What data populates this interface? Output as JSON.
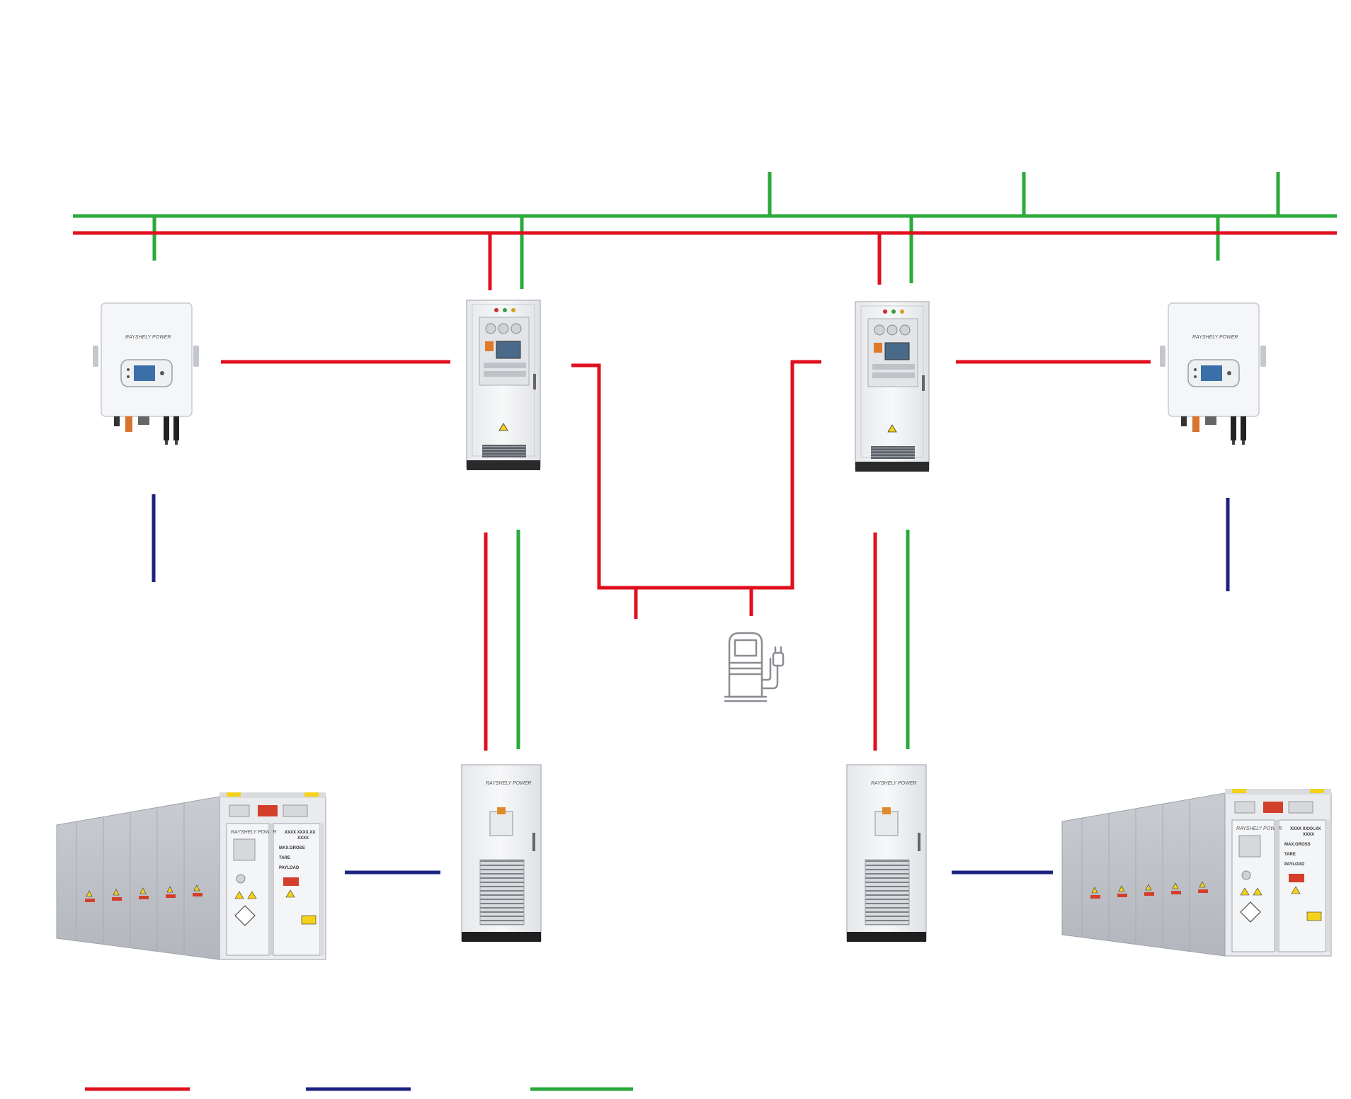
{
  "colors": {
    "ac_line": "#e0101e",
    "dc_line": "#1c2382",
    "comm_line": "#2aaa3a",
    "equipment_body": "#f2f3f5",
    "equipment_edge": "#b9bcc2",
    "equipment_base": "#2a2a2a"
  },
  "equipment": {
    "inverter_brand": "RAYSHELY POWER",
    "pcs_brand": "RAYSHELY POWER",
    "container_brand": "RAYSHELY POWER",
    "container_panel_lines": [
      "XXXX  XXXX.XX",
      "XXXX",
      "MAX.GROSS",
      "TARE",
      "PAYLOAD"
    ]
  },
  "icons": {
    "inverter": "hybrid-inverter-icon",
    "cabinet": "combiner-cabinet-icon",
    "pcs": "pcs-cabinet-icon",
    "container": "battery-container-icon",
    "charger": "ev-charger-icon"
  }
}
